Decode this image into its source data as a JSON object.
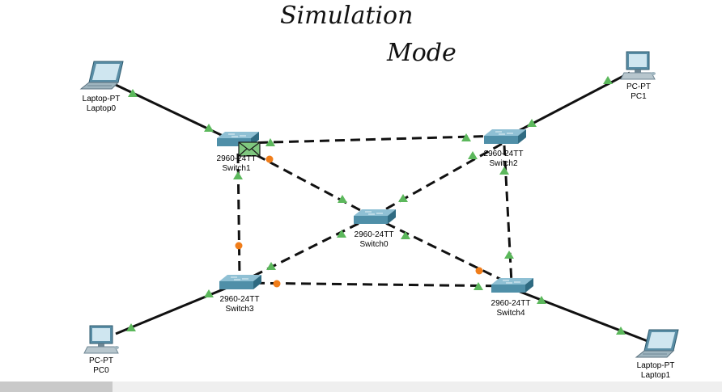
{
  "title": {
    "line1": "Simulation",
    "line2": "Mode"
  },
  "devices": {
    "laptop0": {
      "model": "Laptop-PT",
      "name": "Laptop0"
    },
    "laptop1": {
      "model": "Laptop-PT",
      "name": "Laptop1"
    },
    "pc0": {
      "model": "PC-PT",
      "name": "PC0"
    },
    "pc1": {
      "model": "PC-PT",
      "name": "PC1"
    },
    "switch0": {
      "model": "2960-24TT",
      "name": "Switch0"
    },
    "switch1": {
      "model": "2960-24TT",
      "name": "Switch1"
    },
    "switch2": {
      "model": "2960-24TT",
      "name": "Switch2"
    },
    "switch3": {
      "model": "2960-24TT",
      "name": "Switch3"
    },
    "switch4": {
      "model": "2960-24TT",
      "name": "Switch4"
    }
  },
  "colors": {
    "link_up": "#5cb85c",
    "link_blocked": "#f07d1a",
    "switch_body": "#4f8fa8",
    "pdu_envelope": "#7fc77f"
  },
  "icons": {
    "pdu": "envelope-icon",
    "switch": "switch-icon",
    "pc": "desktop-pc-icon",
    "laptop": "laptop-icon"
  }
}
